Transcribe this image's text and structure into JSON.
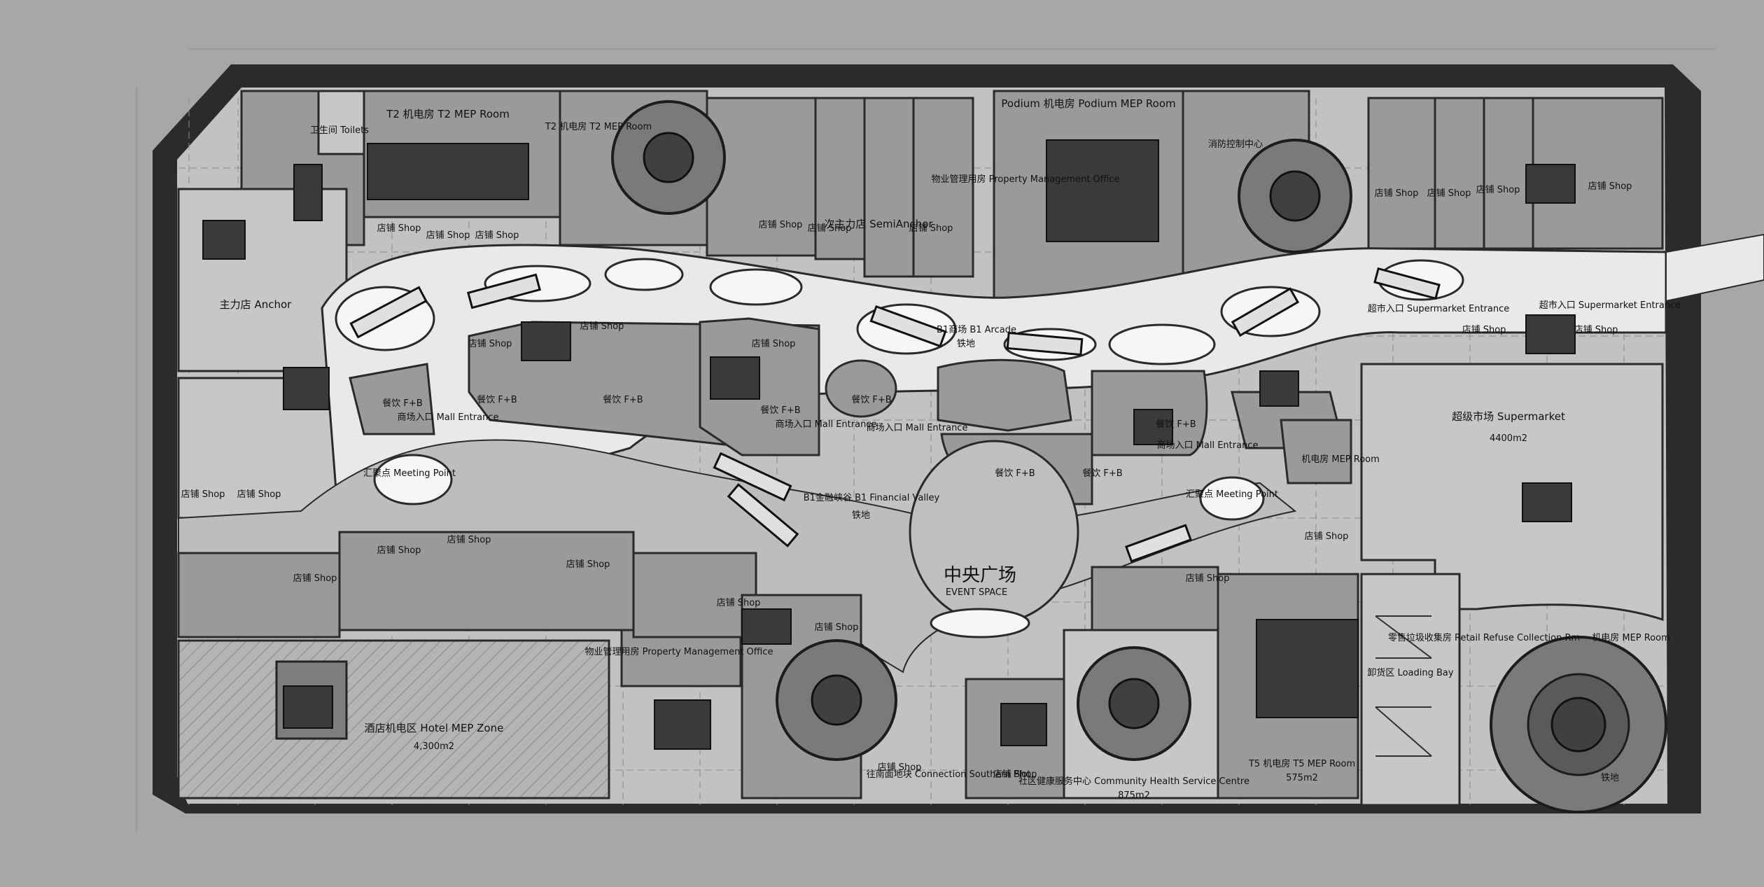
{
  "labels": {
    "toilets": "卫生间 Toilets",
    "t2_mep": "T2 机电房 T2 MEP Room",
    "t2_mep_short": "T2 机电房 T2 MEP Room",
    "podium_mep": "Podium 机电房 Podium MEP Room",
    "property_mgmt_top": "物业管理用房 Property Management Office",
    "fire_control": "消防控制中心",
    "anchor": "主力店 Anchor",
    "semi_anchor": "次主力店 SemiAnchor",
    "shop": "店铺 Shop",
    "fb": "餐饮 F+B",
    "mall_entrance": "商场入口 Mall Entrance",
    "b1_arcade": "B1商场 B1 Arcade",
    "meeting_point": "汇聚点 Meeting Point",
    "b1_financial_valley": "B1金融峡谷 B1 Financial Valley",
    "event_space_cn": "中央广场",
    "event_space_en": "EVENT SPACE",
    "supermarket_entrance": "超市入口 Supermarket Entrance",
    "supermarket": "超级市场 Supermarket",
    "supermarket_area": "4400m2",
    "hotel_mep": "酒店机电区 Hotel MEP Zone",
    "hotel_mep_area": "4,300m2",
    "property_mgmt_bottom": "物业管理用房 Property Management Office",
    "connection_south": "往南面地块 Connection Southern Plot",
    "community_health": "社区健康服务中心 Community Health Service Centre",
    "community_health_area": "875m2",
    "t5_mep": "T5 机电房 T5 MEP Room",
    "t5_mep_area": "575m2",
    "loading_bay": "卸货区 Loading Bay",
    "retail_refuse": "零售垃圾收集房 Retail Refuse Collection Rm",
    "mep_room": "机电房 MEP Room",
    "subway": "铁地"
  },
  "colors": {
    "background": "#a7a7a7",
    "outer_wall": "#2b2b2b",
    "floor": "#c2c2c2",
    "mall": "#e9e9e9",
    "units": "#9a9a9a",
    "cores": "#3a3a3a"
  }
}
